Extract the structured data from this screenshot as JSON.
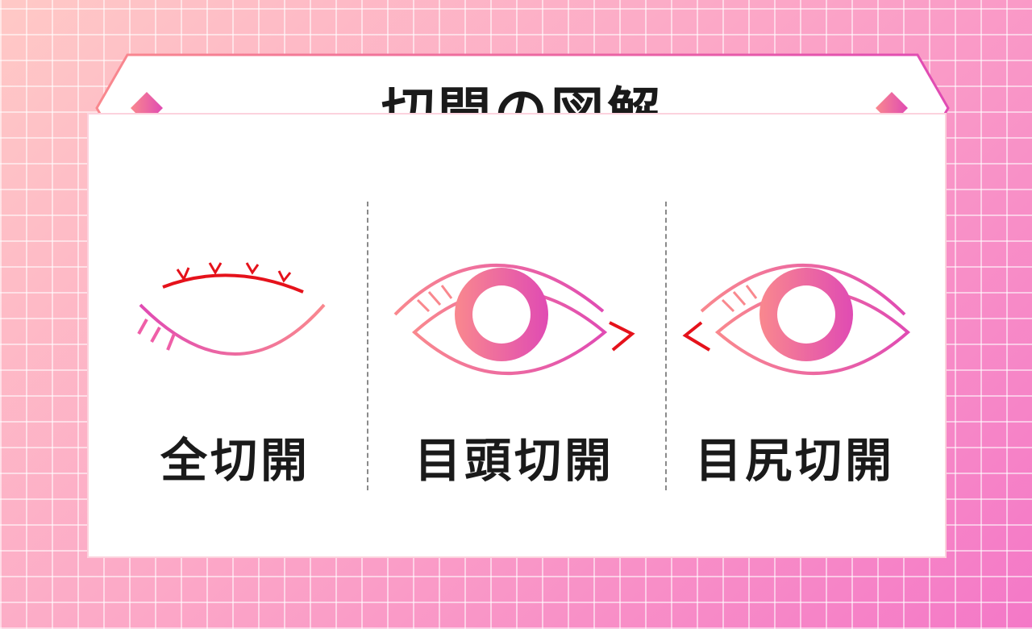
{
  "title": "切開の図解",
  "panels": [
    {
      "label": "全切開"
    },
    {
      "label": "目頭切開"
    },
    {
      "label": "目尻切開"
    }
  ],
  "colors": {
    "gradient_start": "#f9888e",
    "gradient_end": "#e04bb3",
    "incision": "#e5121b",
    "text": "#1a1a1a",
    "grid_background": "#fca8c7"
  },
  "icons": [
    "diamond-icon",
    "closed-eye-icon",
    "open-eye-icon",
    "incision-mark-icon"
  ]
}
